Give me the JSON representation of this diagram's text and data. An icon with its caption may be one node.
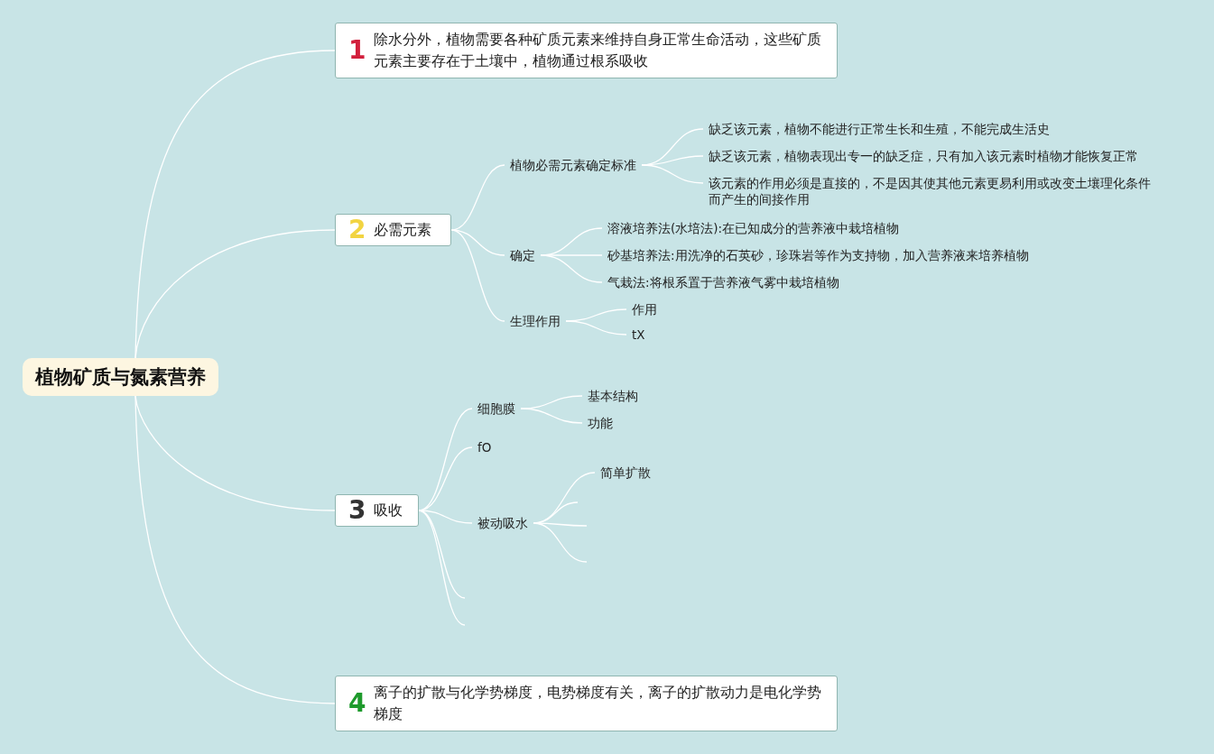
{
  "diagram": {
    "nodes": [
      {
        "text": [
          "植物矿质与氮素营养"
        ]
      },
      {
        "text": [
          "1",
          "除水分外，植物需要各种矿质元素来维持自身正常生命活动，这些矿质元素主要存在于土壤中，植物通过根系吸收"
        ]
      },
      {
        "text": [
          "2",
          "必需元素"
        ]
      },
      {
        "text": [
          "植物必需元素确定标准"
        ]
      },
      {
        "text": [
          "缺乏该元素，植物不能进行正常生长和生殖，不能完成生活史"
        ]
      },
      {
        "text": [
          "缺乏该元素，植物表现出专一的缺乏症，只有加入该元素时植物才能恢复正常"
        ]
      },
      {
        "text": [
          "该元素的作用必须是直接的，不是因其使其他元素更易利用或改变土壤理化条件而产生的间接作用"
        ]
      },
      {
        "text": [
          "确定"
        ]
      },
      {
        "text": [
          "溶液培养法(水培法):在已知成分的营养液中栽培植物"
        ]
      },
      {
        "text": [
          "砂基培养法:用洗净的石英砂，珍珠岩等作为支持物，加入营养液来培养植物"
        ]
      },
      {
        "text": [
          "气栽法:将根系置于营养液气雾中栽培植物"
        ]
      },
      {
        "text": [
          "生理作用"
        ]
      },
      {
        "text": [
          "作用"
        ]
      },
      {
        "text": [
          "tX"
        ]
      },
      {
        "text": [
          "3",
          "吸收"
        ]
      },
      {
        "text": [
          "细胞膜"
        ]
      },
      {
        "text": [
          "基本结构"
        ]
      },
      {
        "text": [
          "功能"
        ]
      },
      {
        "text": [
          "fO"
        ]
      },
      {
        "text": [
          "被动吸水"
        ]
      },
      {
        "text": [
          "简单扩散"
        ]
      },
      {
        "text": [
          "4",
          "离子的扩散与化学势梯度，电势梯度有关，离子的扩散动力是电化学势梯度"
        ]
      }
    ],
    "edges": [
      {
        "from": 0,
        "to": 1,
        "arrow": "none"
      },
      {
        "from": 0,
        "to": 2,
        "arrow": "none"
      },
      {
        "from": 0,
        "to": 14,
        "arrow": "none"
      },
      {
        "from": 0,
        "to": 21,
        "arrow": "none"
      },
      {
        "from": 2,
        "to": 3,
        "arrow": "none"
      },
      {
        "from": 3,
        "to": 4,
        "arrow": "none"
      },
      {
        "from": 3,
        "to": 5,
        "arrow": "none"
      },
      {
        "from": 3,
        "to": 6,
        "arrow": "none"
      },
      {
        "from": 2,
        "to": 7,
        "arrow": "none"
      },
      {
        "from": 7,
        "to": 8,
        "arrow": "none"
      },
      {
        "from": 7,
        "to": 9,
        "arrow": "none"
      },
      {
        "from": 7,
        "to": 10,
        "arrow": "none"
      },
      {
        "from": 2,
        "to": 11,
        "arrow": "none"
      },
      {
        "from": 11,
        "to": 12,
        "arrow": "none"
      },
      {
        "from": 11,
        "to": 13,
        "arrow": "none"
      },
      {
        "from": 14,
        "to": 15,
        "arrow": "none"
      },
      {
        "from": 15,
        "to": 16,
        "arrow": "none"
      },
      {
        "from": 15,
        "to": 17,
        "arrow": "none"
      },
      {
        "from": 14,
        "to": 18,
        "arrow": "none"
      },
      {
        "from": 14,
        "to": 19,
        "arrow": "none"
      },
      {
        "from": 19,
        "to": 20,
        "arrow": "none"
      },
      {
        "from": 19,
        "to": null,
        "arrow": "none"
      },
      {
        "from": 19,
        "to": null,
        "arrow": "none"
      },
      {
        "from": 19,
        "to": null,
        "arrow": "none"
      },
      {
        "from": 14,
        "to": null,
        "arrow": "none"
      },
      {
        "from": 14,
        "to": null,
        "arrow": "none"
      }
    ]
  }
}
